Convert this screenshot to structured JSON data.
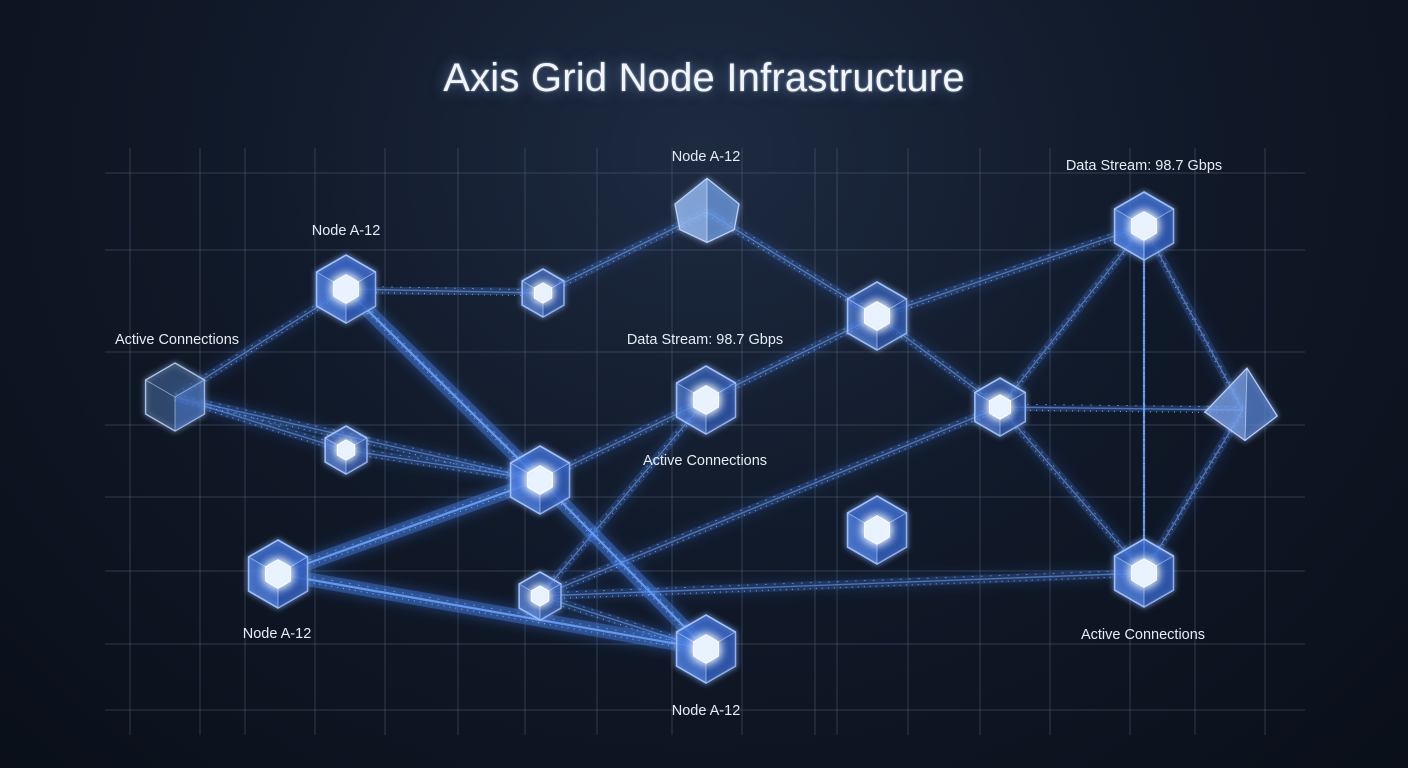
{
  "title": "Axis Grid Node Infrastructure",
  "colors": {
    "accent": "#4a8cff",
    "glow": "#9cc4ff",
    "grid": "#5a6a80",
    "background": "#0e1624"
  },
  "nodes": [
    {
      "id": "n1",
      "shape": "cube-side"
    },
    {
      "id": "n2",
      "shape": "hex"
    },
    {
      "id": "n3",
      "shape": "hex"
    },
    {
      "id": "n4",
      "shape": "pyramid"
    },
    {
      "id": "n5",
      "shape": "hex"
    },
    {
      "id": "n6",
      "shape": "hex"
    },
    {
      "id": "n7",
      "shape": "hex"
    },
    {
      "id": "n8",
      "shape": "hex"
    },
    {
      "id": "n9",
      "shape": "hex"
    },
    {
      "id": "n10",
      "shape": "hex"
    },
    {
      "id": "n11",
      "shape": "hex"
    },
    {
      "id": "n12",
      "shape": "hex"
    },
    {
      "id": "n13",
      "shape": "hex"
    },
    {
      "id": "n14",
      "shape": "hex"
    },
    {
      "id": "n15",
      "shape": "hex"
    },
    {
      "id": "n16",
      "shape": "tetra"
    }
  ],
  "edges": [
    [
      "n1",
      "n2"
    ],
    [
      "n1",
      "n5"
    ],
    [
      "n1",
      "n7"
    ],
    [
      "n2",
      "n3"
    ],
    [
      "n2",
      "n7"
    ],
    [
      "n3",
      "n4"
    ],
    [
      "n4",
      "n8"
    ],
    [
      "n5",
      "n7"
    ],
    [
      "n6",
      "n7"
    ],
    [
      "n6",
      "n8"
    ],
    [
      "n6",
      "n11"
    ],
    [
      "n7",
      "n13"
    ],
    [
      "n7",
      "n10"
    ],
    [
      "n8",
      "n9"
    ],
    [
      "n8",
      "n12"
    ],
    [
      "n9",
      "n12"
    ],
    [
      "n9",
      "n16"
    ],
    [
      "n9",
      "n15"
    ],
    [
      "n9",
      "n11"
    ],
    [
      "n12",
      "n16"
    ],
    [
      "n12",
      "n15"
    ],
    [
      "n10",
      "n13"
    ],
    [
      "n11",
      "n13"
    ],
    [
      "n11",
      "n15"
    ],
    [
      "n15",
      "n16"
    ]
  ],
  "labels": [
    {
      "id": "lbl-node-top",
      "text": "Node A-12"
    },
    {
      "id": "lbl-node-left",
      "text": "Node A-12"
    },
    {
      "id": "lbl-node-bottom-left",
      "text": "Node A-12"
    },
    {
      "id": "lbl-node-bottom",
      "text": "Node A-12"
    },
    {
      "id": "lbl-stream-top-right",
      "text": "Data Stream: 98.7 Gbps"
    },
    {
      "id": "lbl-stream-center",
      "text": "Data Stream: 98.7 Gbps"
    },
    {
      "id": "lbl-active-left",
      "text": "Active Connections"
    },
    {
      "id": "lbl-active-center",
      "text": "Active Connections"
    },
    {
      "id": "lbl-active-bottom-right",
      "text": "Active Connections"
    }
  ]
}
